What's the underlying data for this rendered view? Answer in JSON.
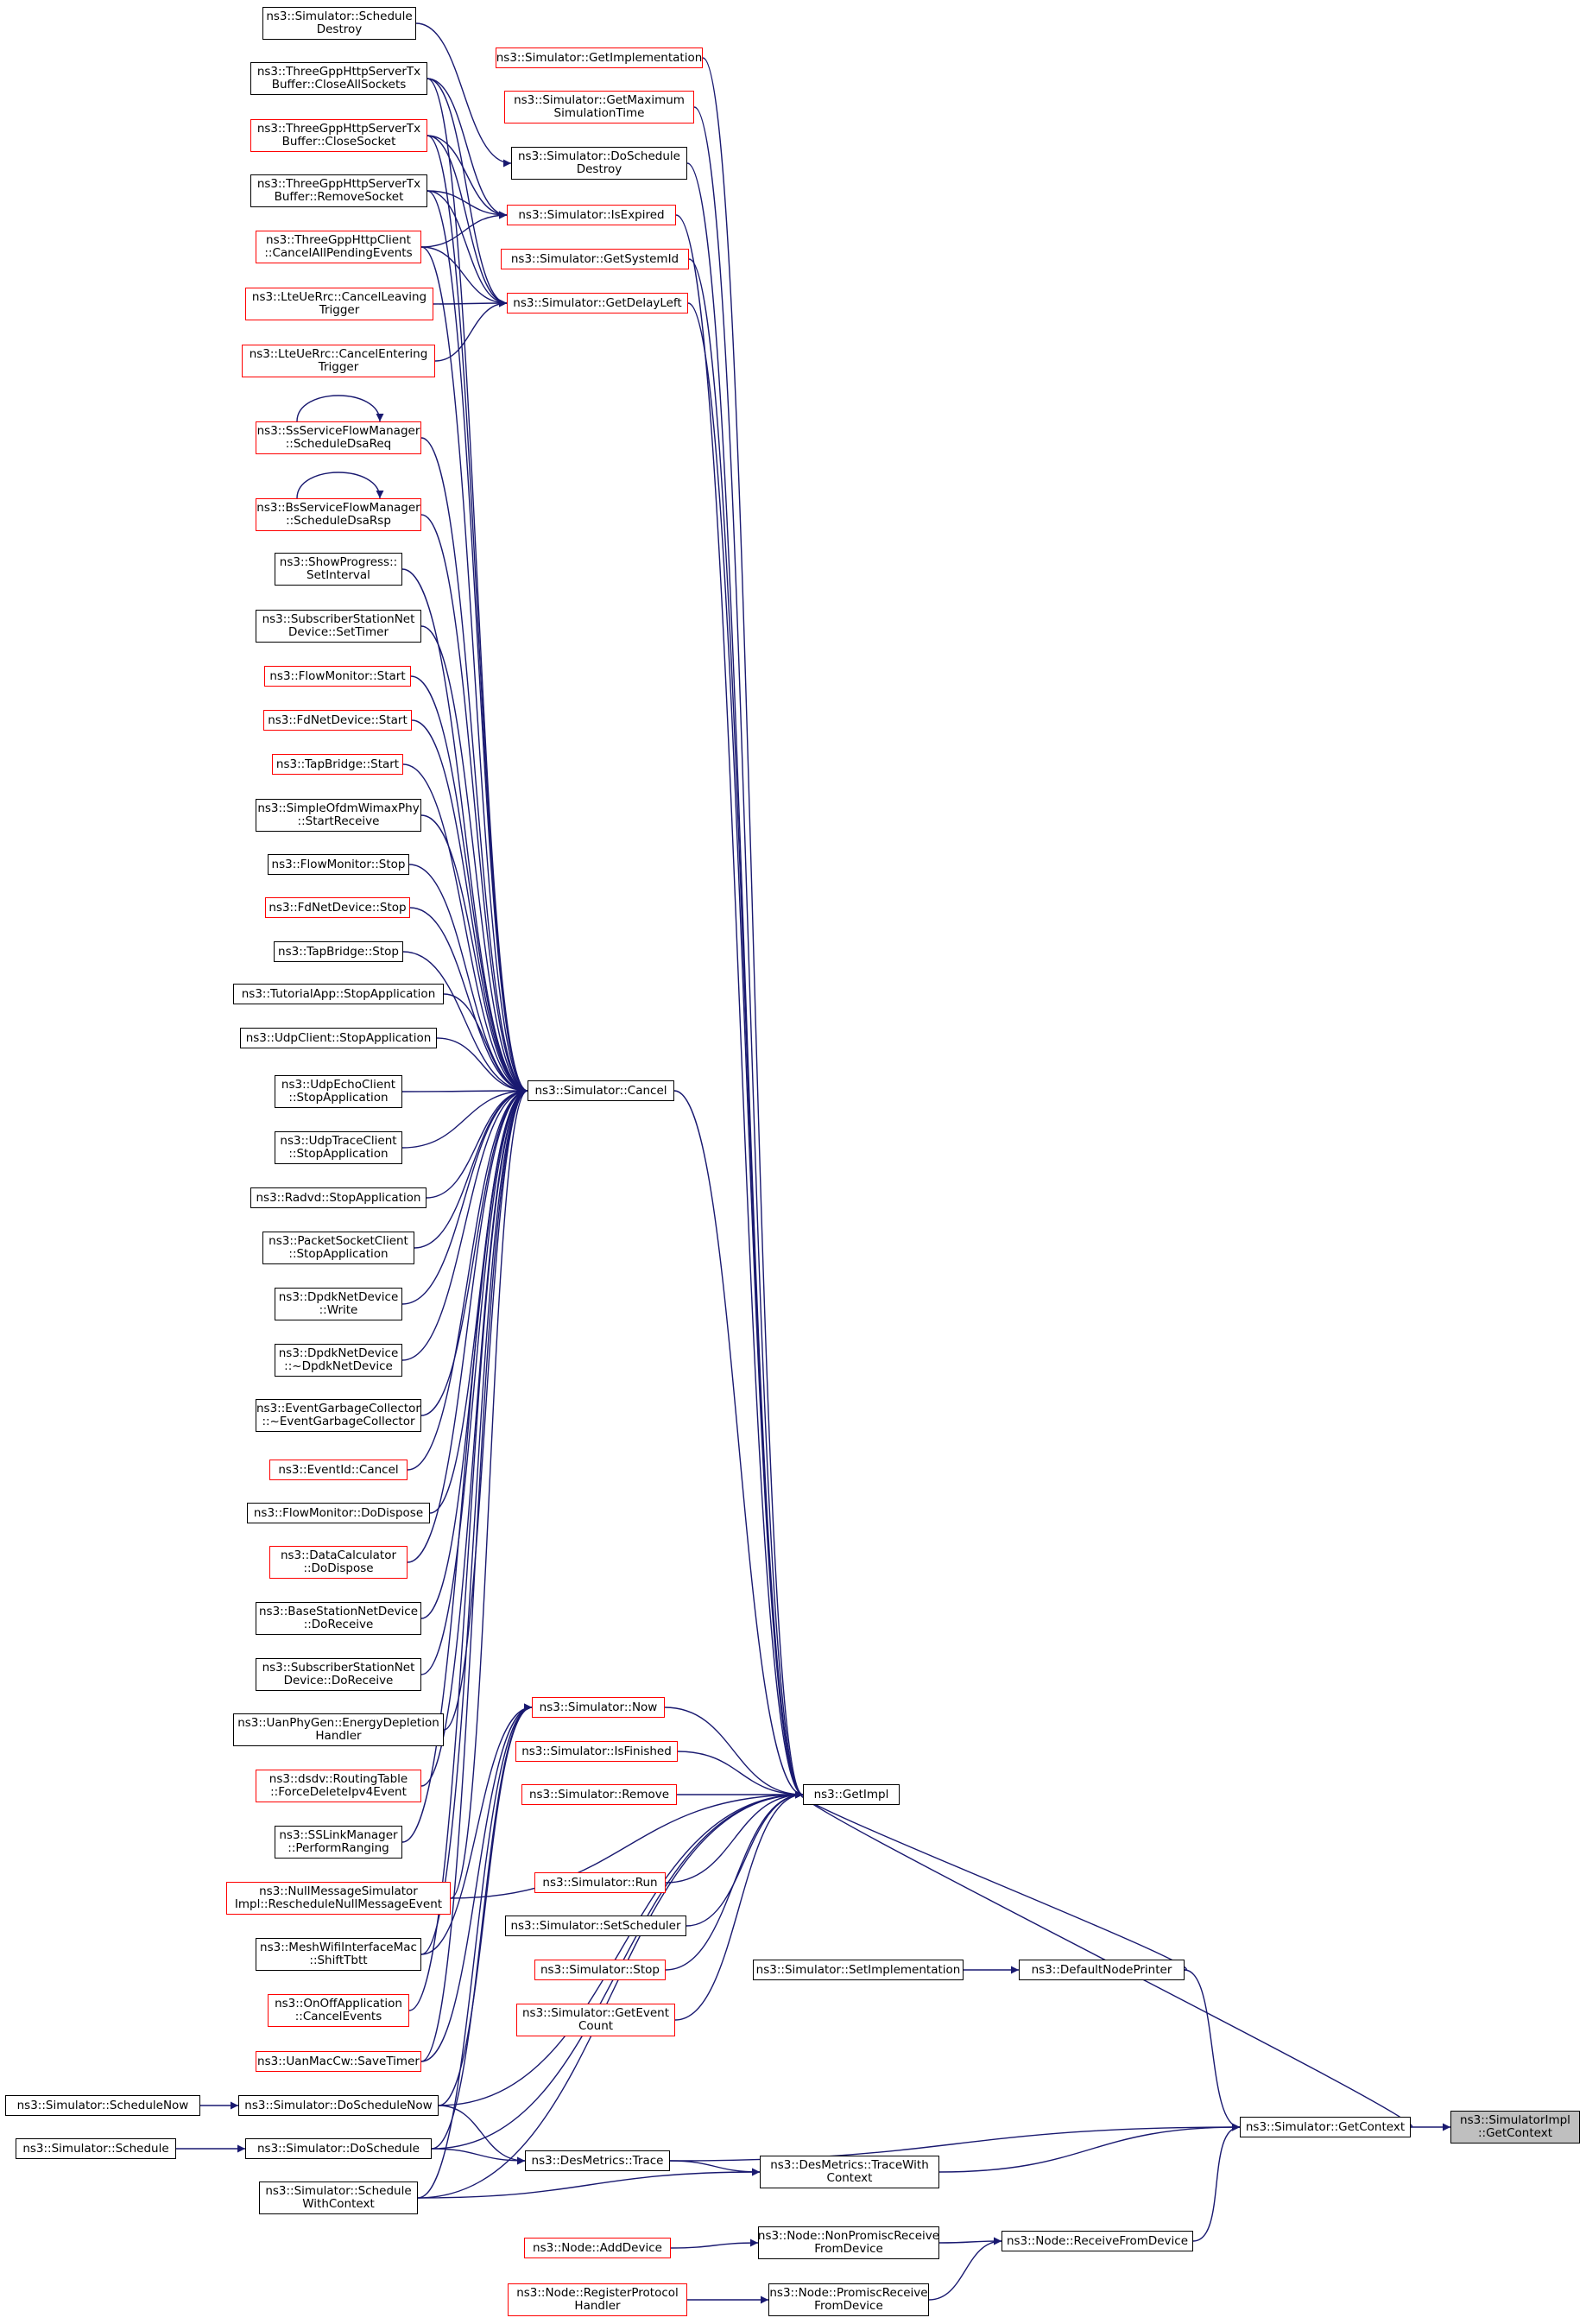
{
  "diagram": {
    "title": "",
    "colors": {
      "edge": "#191970",
      "node_border": "#000000",
      "node_border_more": "#ff0000",
      "focus_fill": "#bfbfbf"
    },
    "nodes": [
      {
        "id": "schedDestroy",
        "label": "ns3::Simulator::Schedule\nDestroy",
        "red": false
      },
      {
        "id": "closeAll",
        "label": "ns3::ThreeGppHttpServerTx\nBuffer::CloseAllSockets",
        "red": false
      },
      {
        "id": "closeSock",
        "label": "ns3::ThreeGppHttpServerTx\nBuffer::CloseSocket",
        "red": true
      },
      {
        "id": "removeSock",
        "label": "ns3::ThreeGppHttpServerTx\nBuffer::RemoveSocket",
        "red": false
      },
      {
        "id": "cancelPending",
        "label": "ns3::ThreeGppHttpClient\n::CancelAllPendingEvents",
        "red": true
      },
      {
        "id": "lteLeaving",
        "label": "ns3::LteUeRrc::CancelLeaving\nTrigger",
        "red": true
      },
      {
        "id": "lteEntering",
        "label": "ns3::LteUeRrc::CancelEntering\nTrigger",
        "red": true
      },
      {
        "id": "ssDsaReq",
        "label": "ns3::SsServiceFlowManager\n::ScheduleDsaReq",
        "red": true
      },
      {
        "id": "bsDsaRsp",
        "label": "ns3::BsServiceFlowManager\n::ScheduleDsaRsp",
        "red": true
      },
      {
        "id": "showProg",
        "label": "ns3::ShowProgress::\nSetInterval",
        "red": false
      },
      {
        "id": "subSetTimer",
        "label": "ns3::SubscriberStationNet\nDevice::SetTimer",
        "red": false
      },
      {
        "id": "fmStart",
        "label": "ns3::FlowMonitor::Start",
        "red": true
      },
      {
        "id": "fdStart",
        "label": "ns3::FdNetDevice::Start",
        "red": true
      },
      {
        "id": "tapStart",
        "label": "ns3::TapBridge::Start",
        "red": true
      },
      {
        "id": "simpleOfdm",
        "label": "ns3::SimpleOfdmWimaxPhy\n::StartReceive",
        "red": false
      },
      {
        "id": "fmStop",
        "label": "ns3::FlowMonitor::Stop",
        "red": false
      },
      {
        "id": "fdStop",
        "label": "ns3::FdNetDevice::Stop",
        "red": true
      },
      {
        "id": "tapStop",
        "label": "ns3::TapBridge::Stop",
        "red": false
      },
      {
        "id": "tutorial",
        "label": "ns3::TutorialApp::StopApplication",
        "red": false
      },
      {
        "id": "udpClient",
        "label": "ns3::UdpClient::StopApplication",
        "red": false
      },
      {
        "id": "udpEcho",
        "label": "ns3::UdpEchoClient\n::StopApplication",
        "red": false
      },
      {
        "id": "udpTrace",
        "label": "ns3::UdpTraceClient\n::StopApplication",
        "red": false
      },
      {
        "id": "radvd",
        "label": "ns3::Radvd::StopApplication",
        "red": false
      },
      {
        "id": "pktSock",
        "label": "ns3::PacketSocketClient\n::StopApplication",
        "red": false
      },
      {
        "id": "dpdkWrite",
        "label": "ns3::DpdkNetDevice\n::Write",
        "red": false
      },
      {
        "id": "dpdkDtor",
        "label": "ns3::DpdkNetDevice\n::~DpdkNetDevice",
        "red": false
      },
      {
        "id": "egc",
        "label": "ns3::EventGarbageCollector\n::~EventGarbageCollector",
        "red": false
      },
      {
        "id": "eventIdCancel",
        "label": "ns3::EventId::Cancel",
        "red": true
      },
      {
        "id": "fmDispose",
        "label": "ns3::FlowMonitor::DoDispose",
        "red": false
      },
      {
        "id": "dataCalc",
        "label": "ns3::DataCalculator\n::DoDispose",
        "red": true
      },
      {
        "id": "bsRecv",
        "label": "ns3::BaseStationNetDevice\n::DoReceive",
        "red": false
      },
      {
        "id": "ssRecv",
        "label": "ns3::SubscriberStationNet\nDevice::DoReceive",
        "red": false
      },
      {
        "id": "uanEnergy",
        "label": "ns3::UanPhyGen::EnergyDepletion\nHandler",
        "red": false
      },
      {
        "id": "dsdv",
        "label": "ns3::dsdv::RoutingTable\n::ForceDeleteIpv4Event",
        "red": true
      },
      {
        "id": "sslink",
        "label": "ns3::SSLinkManager\n::PerformRanging",
        "red": false
      },
      {
        "id": "nullMsg",
        "label": "ns3::NullMessageSimulator\nImpl::RescheduleNullMessageEvent",
        "red": true
      },
      {
        "id": "meshShift",
        "label": "ns3::MeshWifiInterfaceMac\n::ShiftTbtt",
        "red": false
      },
      {
        "id": "onoff",
        "label": "ns3::OnOffApplication\n::CancelEvents",
        "red": true
      },
      {
        "id": "uanSave",
        "label": "ns3::UanMacCw::SaveTimer",
        "red": true
      },
      {
        "id": "doSchedNow",
        "label": "ns3::Simulator::DoScheduleNow",
        "red": false
      },
      {
        "id": "doSched",
        "label": "ns3::Simulator::DoSchedule",
        "red": false
      },
      {
        "id": "schedCtx",
        "label": "ns3::Simulator::Schedule\nWithContext",
        "red": false
      },
      {
        "id": "schedNow",
        "label": "ns3::Simulator::ScheduleNow",
        "red": false
      },
      {
        "id": "sched",
        "label": "ns3::Simulator::Schedule",
        "red": false
      },
      {
        "id": "getImplementation",
        "label": "ns3::Simulator::GetImplementation",
        "red": true
      },
      {
        "id": "getMaxSim",
        "label": "ns3::Simulator::GetMaximum\nSimulationTime",
        "red": true
      },
      {
        "id": "doSchedDestroy",
        "label": "ns3::Simulator::DoSchedule\nDestroy",
        "red": false
      },
      {
        "id": "isExpired",
        "label": "ns3::Simulator::IsExpired",
        "red": true
      },
      {
        "id": "getSystemId",
        "label": "ns3::Simulator::GetSystemId",
        "red": true
      },
      {
        "id": "getDelayLeft",
        "label": "ns3::Simulator::GetDelayLeft",
        "red": true
      },
      {
        "id": "cancel",
        "label": "ns3::Simulator::Cancel",
        "red": false
      },
      {
        "id": "now",
        "label": "ns3::Simulator::Now",
        "red": true
      },
      {
        "id": "isFinished",
        "label": "ns3::Simulator::IsFinished",
        "red": true
      },
      {
        "id": "remove",
        "label": "ns3::Simulator::Remove",
        "red": true
      },
      {
        "id": "run",
        "label": "ns3::Simulator::Run",
        "red": true
      },
      {
        "id": "setScheduler",
        "label": "ns3::Simulator::SetScheduler",
        "red": false
      },
      {
        "id": "stop",
        "label": "ns3::Simulator::Stop",
        "red": true
      },
      {
        "id": "getEventCount",
        "label": "ns3::Simulator::GetEvent\nCount",
        "red": true
      },
      {
        "id": "desTrace",
        "label": "ns3::DesMetrics::Trace",
        "red": false
      },
      {
        "id": "addDevice",
        "label": "ns3::Node::AddDevice",
        "red": true
      },
      {
        "id": "regProto",
        "label": "ns3::Node::RegisterProtocol\nHandler",
        "red": true
      },
      {
        "id": "getImpl",
        "label": "ns3::GetImpl",
        "red": false
      },
      {
        "id": "setImplementation",
        "label": "ns3::Simulator::SetImplementation",
        "red": false
      },
      {
        "id": "traceWithCtx",
        "label": "ns3::DesMetrics::TraceWith\nContext",
        "red": false
      },
      {
        "id": "nonPromisc",
        "label": "ns3::Node::NonPromiscReceive\nFromDevice",
        "red": false
      },
      {
        "id": "promisc",
        "label": "ns3::Node::PromiscReceive\nFromDevice",
        "red": false
      },
      {
        "id": "defaultPrinter",
        "label": "ns3::DefaultNodePrinter",
        "red": false
      },
      {
        "id": "recvFromDevice",
        "label": "ns3::Node::ReceiveFromDevice",
        "red": false
      },
      {
        "id": "getContext",
        "label": "ns3::Simulator::GetContext",
        "red": false
      },
      {
        "id": "implGetContext",
        "label": "ns3::SimulatorImpl\n::GetContext",
        "red": false,
        "focus": true
      }
    ],
    "edges": [
      [
        "schedDestroy",
        "doSchedDestroy"
      ],
      [
        "closeAll",
        "isExpired"
      ],
      [
        "closeAll",
        "getDelayLeft"
      ],
      [
        "closeAll",
        "cancel"
      ],
      [
        "closeSock",
        "isExpired"
      ],
      [
        "closeSock",
        "getDelayLeft"
      ],
      [
        "closeSock",
        "cancel"
      ],
      [
        "removeSock",
        "isExpired"
      ],
      [
        "removeSock",
        "getDelayLeft"
      ],
      [
        "removeSock",
        "cancel"
      ],
      [
        "cancelPending",
        "isExpired"
      ],
      [
        "cancelPending",
        "getDelayLeft"
      ],
      [
        "cancelPending",
        "cancel"
      ],
      [
        "lteLeaving",
        "getDelayLeft"
      ],
      [
        "lteEntering",
        "getDelayLeft"
      ],
      [
        "ssDsaReq",
        "ssDsaReq"
      ],
      [
        "ssDsaReq",
        "cancel"
      ],
      [
        "bsDsaRsp",
        "bsDsaRsp"
      ],
      [
        "bsDsaRsp",
        "cancel"
      ],
      [
        "showProg",
        "cancel"
      ],
      [
        "subSetTimer",
        "cancel"
      ],
      [
        "fmStart",
        "cancel"
      ],
      [
        "fdStart",
        "cancel"
      ],
      [
        "tapStart",
        "cancel"
      ],
      [
        "simpleOfdm",
        "cancel"
      ],
      [
        "fmStop",
        "cancel"
      ],
      [
        "fdStop",
        "cancel"
      ],
      [
        "tapStop",
        "cancel"
      ],
      [
        "tutorial",
        "cancel"
      ],
      [
        "udpClient",
        "cancel"
      ],
      [
        "udpEcho",
        "cancel"
      ],
      [
        "udpTrace",
        "cancel"
      ],
      [
        "radvd",
        "cancel"
      ],
      [
        "pktSock",
        "cancel"
      ],
      [
        "dpdkWrite",
        "cancel"
      ],
      [
        "dpdkDtor",
        "cancel"
      ],
      [
        "egc",
        "cancel"
      ],
      [
        "eventIdCancel",
        "cancel"
      ],
      [
        "fmDispose",
        "cancel"
      ],
      [
        "dataCalc",
        "cancel"
      ],
      [
        "bsRecv",
        "cancel"
      ],
      [
        "ssRecv",
        "cancel"
      ],
      [
        "uanEnergy",
        "cancel"
      ],
      [
        "dsdv",
        "cancel"
      ],
      [
        "sslink",
        "cancel"
      ],
      [
        "nullMsg",
        "cancel"
      ],
      [
        "meshShift",
        "cancel"
      ],
      [
        "onoff",
        "cancel"
      ],
      [
        "uanSave",
        "cancel"
      ],
      [
        "meshShift",
        "now"
      ],
      [
        "uanSave",
        "now"
      ],
      [
        "doSchedNow",
        "now"
      ],
      [
        "doSched",
        "now"
      ],
      [
        "schedCtx",
        "now"
      ],
      [
        "doSchedNow",
        "getImpl"
      ],
      [
        "doSched",
        "getImpl"
      ],
      [
        "schedCtx",
        "getImpl"
      ],
      [
        "nullMsg",
        "getImpl"
      ],
      [
        "doSchedNow",
        "desTrace"
      ],
      [
        "doSched",
        "desTrace"
      ],
      [
        "schedNow",
        "doSchedNow"
      ],
      [
        "sched",
        "doSched"
      ],
      [
        "getImplementation",
        "getImpl"
      ],
      [
        "getMaxSim",
        "getImpl"
      ],
      [
        "doSchedDestroy",
        "getImpl"
      ],
      [
        "isExpired",
        "getImpl"
      ],
      [
        "getSystemId",
        "getImpl"
      ],
      [
        "getDelayLeft",
        "getImpl"
      ],
      [
        "cancel",
        "getImpl"
      ],
      [
        "now",
        "getImpl"
      ],
      [
        "isFinished",
        "getImpl"
      ],
      [
        "remove",
        "getImpl"
      ],
      [
        "run",
        "getImpl"
      ],
      [
        "setScheduler",
        "getImpl"
      ],
      [
        "stop",
        "getImpl"
      ],
      [
        "getEventCount",
        "getImpl"
      ],
      [
        "desTrace",
        "traceWithCtx"
      ],
      [
        "desTrace",
        "getContext"
      ],
      [
        "schedCtx",
        "traceWithCtx"
      ],
      [
        "traceWithCtx",
        "getContext"
      ],
      [
        "setImplementation",
        "defaultPrinter"
      ],
      [
        "defaultPrinter",
        "getImpl"
      ],
      [
        "defaultPrinter",
        "getContext"
      ],
      [
        "getContext",
        "getImpl"
      ],
      [
        "getContext",
        "implGetContext"
      ],
      [
        "addDevice",
        "nonPromisc"
      ],
      [
        "regProto",
        "promisc"
      ],
      [
        "nonPromisc",
        "recvFromDevice"
      ],
      [
        "promisc",
        "recvFromDevice"
      ],
      [
        "recvFromDevice",
        "getContext"
      ]
    ]
  }
}
